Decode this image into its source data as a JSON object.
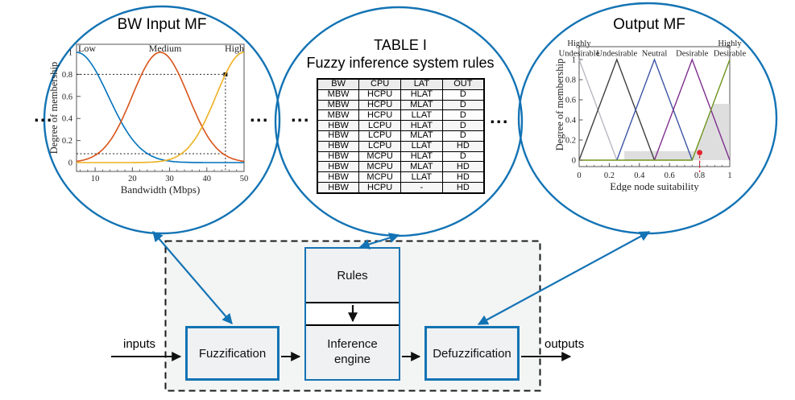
{
  "colors": {
    "accent_blue": "#1373b4",
    "flow_black": "#111111",
    "dashed_border": "#1a1a1a",
    "box_fill": "#eff1f2",
    "diagram_bg": "#f3f4f4",
    "mf_low_blue": "#0072BD",
    "mf_medium_orange": "#D95319",
    "mf_high_yellow": "#EDB120",
    "out_highly_undesirable": "#b9b9c4",
    "out_undesirable": "#3f3f3f",
    "out_neutral": "#3c55a5",
    "out_desirable": "#7E2F8E",
    "out_highly_desirable": "#6e941f",
    "aggregate_gray": "#d6d6d6",
    "defuzz_red": "#e0252f"
  },
  "ellipsis": "...",
  "bubbles": {
    "input": {
      "title": "BW Input MF"
    },
    "rules": {
      "title1": "TABLE I",
      "title2": "Fuzzy inference system rules"
    },
    "output": {
      "title": "Output MF"
    }
  },
  "rules_table": {
    "headers": [
      "BW",
      "CPU",
      "LAT",
      "OUT"
    ],
    "rows": [
      [
        "MBW",
        "HCPU",
        "HLAT",
        "D"
      ],
      [
        "MBW",
        "HCPU",
        "MLAT",
        "D"
      ],
      [
        "MBW",
        "HCPU",
        "LLAT",
        "D"
      ],
      [
        "HBW",
        "LCPU",
        "HLAT",
        "D"
      ],
      [
        "HBW",
        "LCPU",
        "MLAT",
        "D"
      ],
      [
        "HBW",
        "LCPU",
        "LLAT",
        "HD"
      ],
      [
        "HBW",
        "MCPU",
        "HLAT",
        "D"
      ],
      [
        "HBW",
        "MCPU",
        "MLAT",
        "HD"
      ],
      [
        "HBW",
        "MCPU",
        "LLAT",
        "HD"
      ],
      [
        "HBW",
        "HCPU",
        "-",
        "HD"
      ]
    ]
  },
  "flow": {
    "inputs": "inputs",
    "outputs": "outputs",
    "fuzzification": "Fuzzification",
    "rules": "Rules",
    "inference": "Inference engine",
    "defuzzification": "Defuzzification"
  },
  "chart_data": [
    {
      "id": "bw_input_mf",
      "type": "line",
      "title": "BW Input MF",
      "xlabel": "Bandwidth (Mbps)",
      "ylabel": "Degree of membership",
      "xlim": [
        5,
        50
      ],
      "ylim": [
        0,
        1
      ],
      "xticks": [
        10,
        20,
        30,
        40,
        50
      ],
      "yticks": [
        0,
        0.2,
        0.4,
        0.6,
        0.8,
        1
      ],
      "series": [
        {
          "name": "Low",
          "color_key": "mf_low_blue",
          "shape": "gaussian",
          "mu": 5,
          "sigma": 8.5,
          "label_anchor": "start"
        },
        {
          "name": "Medium",
          "color_key": "mf_medium_orange",
          "shape": "gaussian",
          "mu": 27.5,
          "sigma": 7.5,
          "label_anchor": "middle"
        },
        {
          "name": "High",
          "color_key": "mf_high_yellow",
          "shape": "gaussian",
          "mu": 50,
          "sigma": 7.5,
          "label_anchor": "end"
        }
      ],
      "reference": {
        "x": 45,
        "y_high": 0.8,
        "y_low": 0.08
      }
    },
    {
      "id": "output_mf",
      "type": "line",
      "title": "Output MF",
      "xlabel": "Edge node suitability",
      "ylabel": "Degree of membership",
      "xlim": [
        0,
        1
      ],
      "ylim": [
        0,
        1
      ],
      "xticks": [
        0,
        0.2,
        0.4,
        0.6,
        0.8,
        1
      ],
      "yticks": [
        0,
        0.2,
        0.4,
        0.6,
        0.8,
        1
      ],
      "series": [
        {
          "name": "Highly Undesirable",
          "label_lines": [
            "Highly",
            "Undesirable"
          ],
          "label_x": 0,
          "color_key": "out_highly_undesirable",
          "points": [
            [
              0,
              1
            ],
            [
              0.25,
              0
            ]
          ]
        },
        {
          "name": "Undesirable",
          "label_lines": [
            "Undesirable"
          ],
          "label_x": 0.25,
          "color_key": "out_undesirable",
          "points": [
            [
              0,
              0
            ],
            [
              0.25,
              1
            ],
            [
              0.5,
              0
            ]
          ]
        },
        {
          "name": "Neutral",
          "label_lines": [
            "Neutral"
          ],
          "label_x": 0.5,
          "color_key": "out_neutral",
          "points": [
            [
              0.25,
              0
            ],
            [
              0.5,
              1
            ],
            [
              0.75,
              0
            ]
          ]
        },
        {
          "name": "Desirable",
          "label_lines": [
            "Desirable"
          ],
          "label_x": 0.75,
          "color_key": "out_desirable",
          "points": [
            [
              0.5,
              0
            ],
            [
              0.75,
              1
            ],
            [
              1,
              0
            ]
          ]
        },
        {
          "name": "Highly Desirable",
          "label_lines": [
            "Highly",
            "Desirable"
          ],
          "label_x": 1,
          "color_key": "out_highly_desirable",
          "points": [
            [
              0,
              0
            ],
            [
              0.75,
              0
            ],
            [
              1,
              1
            ]
          ]
        }
      ],
      "aggregate_region": [
        [
          0.3,
          0
        ],
        [
          0.3,
          0.09
        ],
        [
          0.77,
          0.09
        ],
        [
          0.89,
          0.56
        ],
        [
          1,
          0.56
        ],
        [
          1,
          0
        ]
      ],
      "defuzzified_point": {
        "x": 0.8,
        "y": 0.075
      }
    }
  ]
}
